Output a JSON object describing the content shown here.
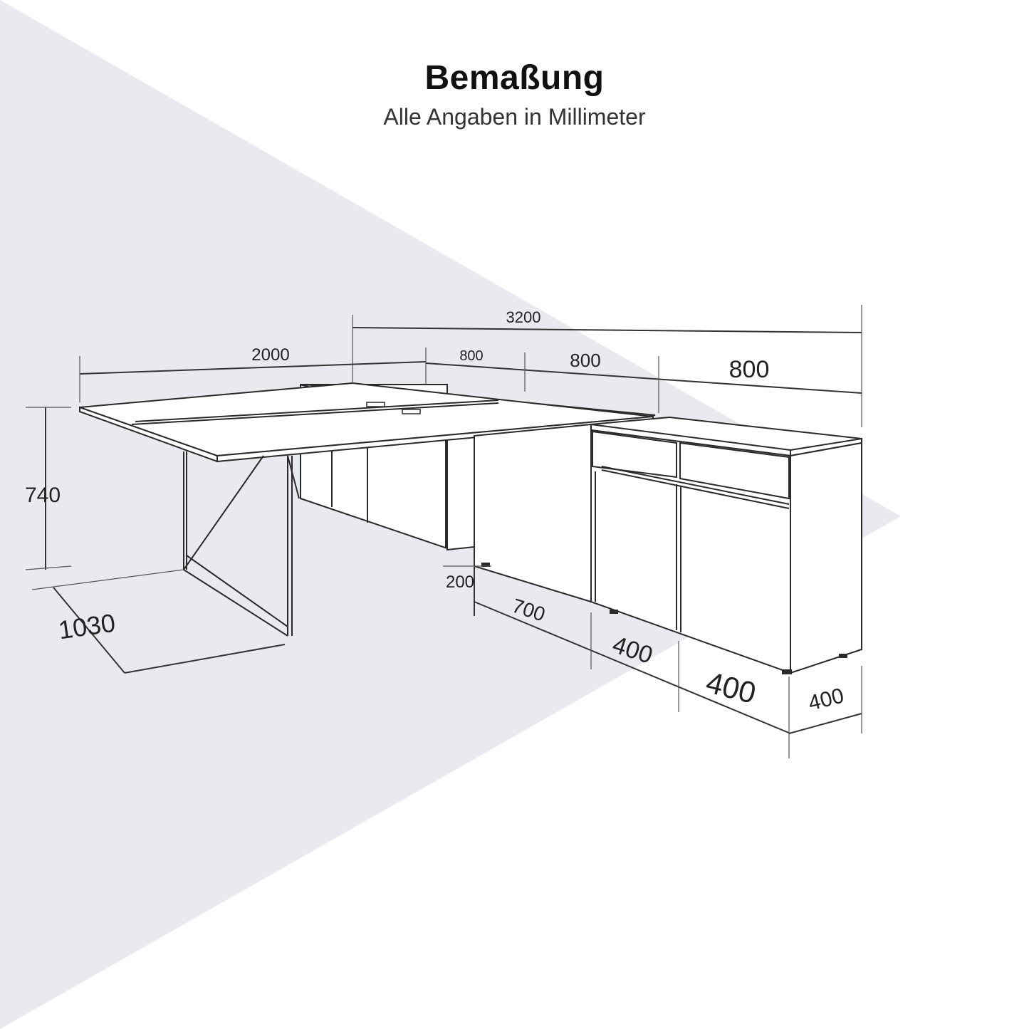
{
  "header": {
    "title": "Bemaßung",
    "subtitle": "Alle Angaben in Millimeter"
  },
  "colors": {
    "background": "#ffffff",
    "shade": "#e9eaef",
    "linework": "#2a2a2a"
  },
  "dimensions": {
    "total_width": "3200",
    "desk_width": "2000",
    "cabinet_a_width": "800",
    "cabinet_b_width": "800",
    "cabinet_c_width": "800",
    "desk_height": "740",
    "desk_depth": "1030",
    "foot_height": "200",
    "cabinet_length": "700",
    "cabinet_depth_a": "400",
    "cabinet_depth_b": "400",
    "cabinet_depth_c": "400"
  }
}
